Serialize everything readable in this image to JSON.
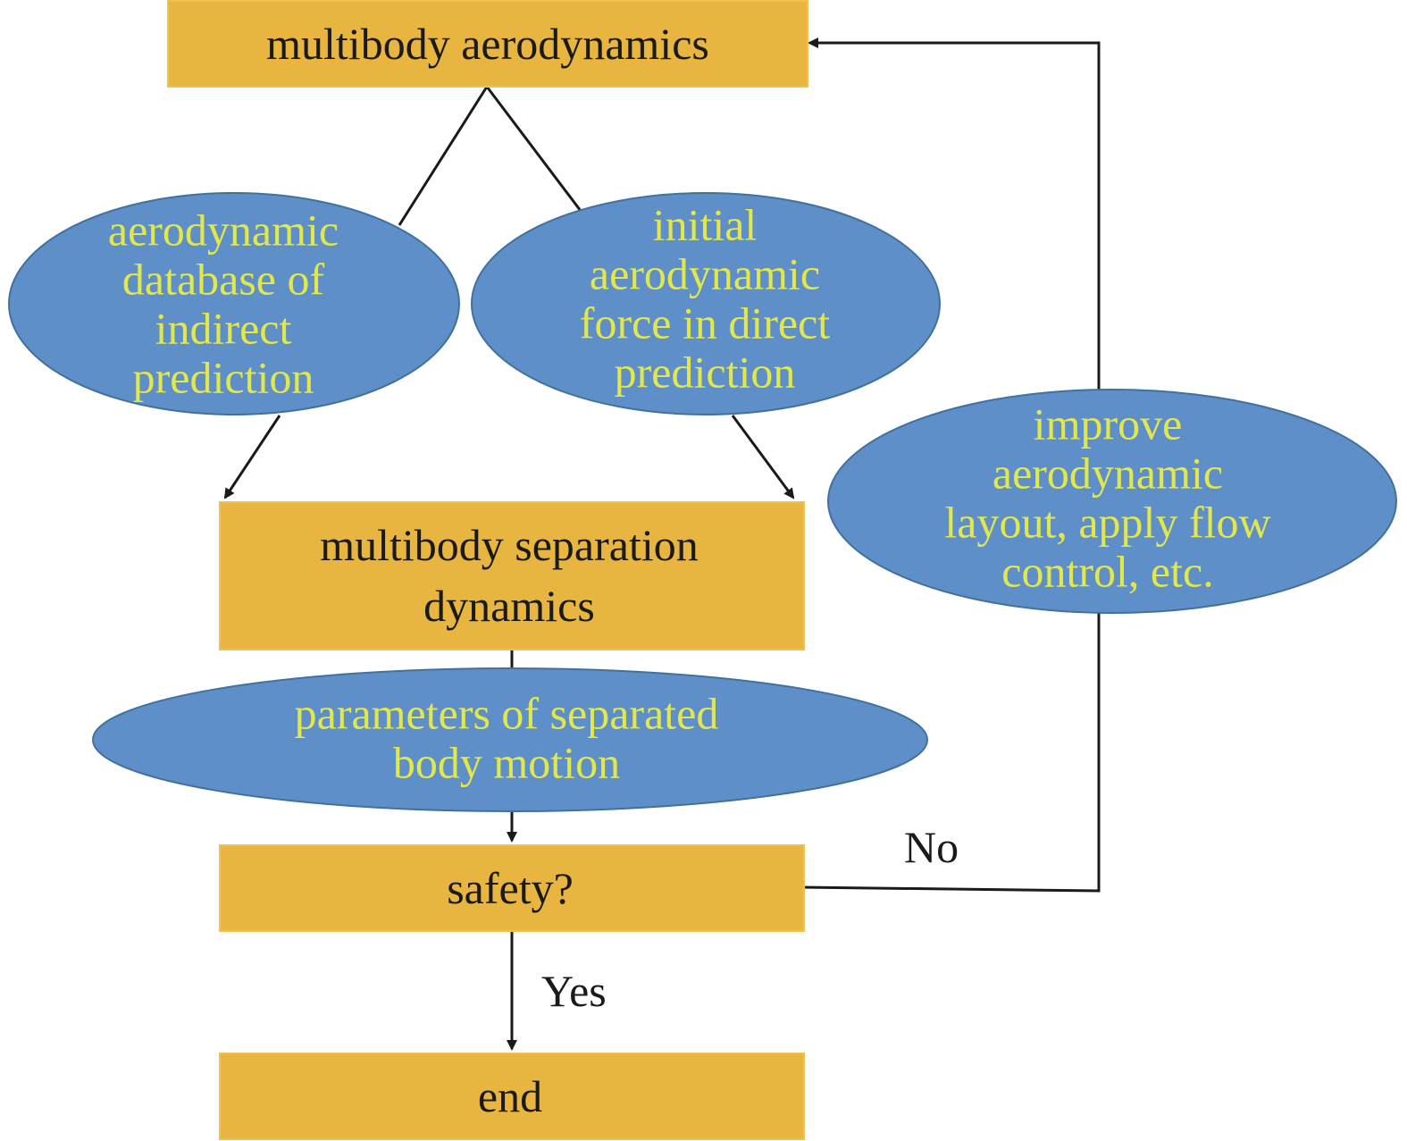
{
  "colors": {
    "box_fill": "#E8B540",
    "box_stroke": "#F0C050",
    "ellipse_fill": "#5F8FC9",
    "ellipse_stroke": "#41719C",
    "ellipse_text": "#E2E84A",
    "line": "#1a1a1a"
  },
  "nodes": {
    "aero": {
      "lines": [
        "multibody aerodynamics"
      ]
    },
    "indirect": {
      "lines": [
        "aerodynamic",
        "database of",
        "indirect",
        "prediction"
      ]
    },
    "direct": {
      "lines": [
        "initial",
        "aerodynamic",
        "force in direct",
        "prediction"
      ]
    },
    "separation": {
      "lines": [
        "multibody separation",
        "dynamics"
      ]
    },
    "improve": {
      "lines": [
        "improve",
        "aerodynamic",
        "layout, apply flow",
        "control, etc."
      ]
    },
    "params": {
      "lines": [
        "parameters of separated",
        "body motion"
      ]
    },
    "safety": {
      "lines": [
        "safety?"
      ]
    },
    "end": {
      "lines": [
        "end"
      ]
    }
  },
  "edges": {
    "no_label": "No",
    "yes_label": "Yes"
  }
}
